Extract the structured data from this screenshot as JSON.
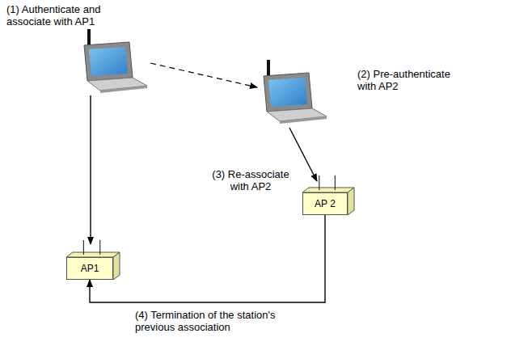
{
  "diagram": {
    "nodes": [
      {
        "text": [
          "AP1"
        ]
      },
      {
        "text": [
          "AP 2"
        ]
      }
    ],
    "edges": [
      {
        "from": 1,
        "to": 0,
        "arrow": "to",
        "label": "(4) Termination of the station's previous association"
      }
    ],
    "labels": [
      "(1) Authenticate and associate with AP1",
      "(2) Pre-authenticate with AP2",
      "(3) Re-associate with AP2"
    ]
  }
}
